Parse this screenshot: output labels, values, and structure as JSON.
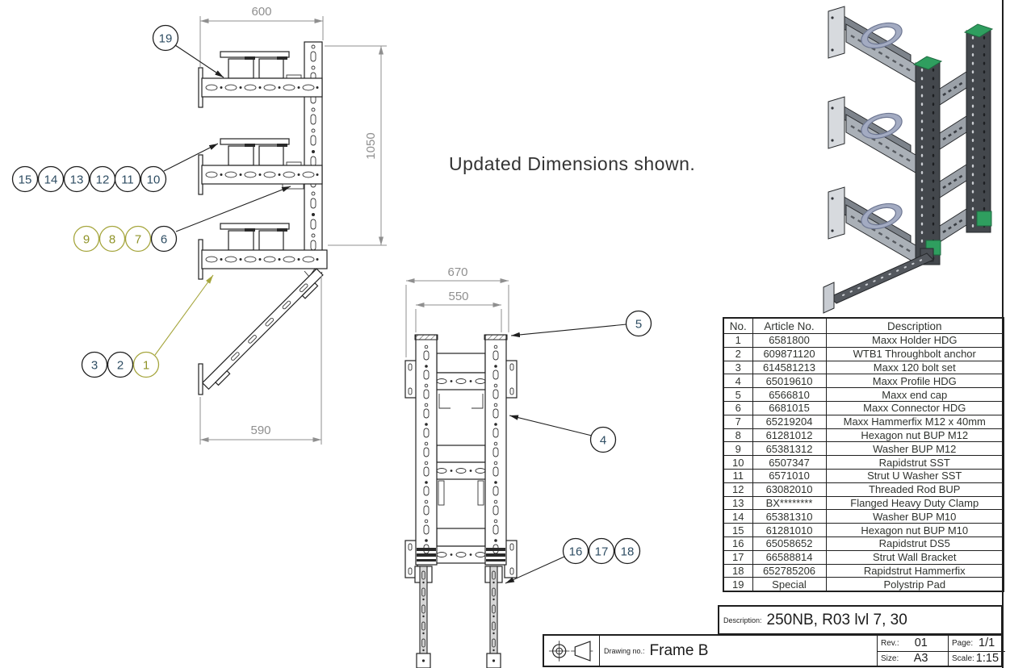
{
  "note": "Updated Dimensions shown.",
  "colors": {
    "accent_olive": "#a6a63e",
    "balloon_number_teal": "#2e4d63",
    "dimension_gray": "#8f8f8f",
    "line_black": "#1f1f1f",
    "iso_post_dark": "#43474c",
    "iso_arm_gray": "#aab0b7",
    "iso_clamp_blue": "#a3abc2",
    "iso_green_cap": "#2f9e5f"
  },
  "elevation_view": {
    "dim_top": "600",
    "dim_height": "1050",
    "dim_bottom": "590",
    "balloons": [
      "19",
      "15",
      "14",
      "13",
      "12",
      "11",
      "10",
      "9",
      "8",
      "7",
      "6",
      "3",
      "2",
      "1"
    ]
  },
  "front_view": {
    "dim_outer": "670",
    "dim_inner": "550",
    "balloons": [
      "5",
      "4",
      "16",
      "17",
      "18"
    ]
  },
  "parts_table": {
    "headers": [
      "No.",
      "Article No.",
      "Description"
    ],
    "rows": [
      [
        "1",
        "6581800",
        "Maxx Holder HDG"
      ],
      [
        "2",
        "609871120",
        "WTB1 Throughbolt anchor"
      ],
      [
        "3",
        "614581213",
        "Maxx 120 bolt set"
      ],
      [
        "4",
        "65019610",
        "Maxx Profile HDG"
      ],
      [
        "5",
        "6566810",
        "Maxx end cap"
      ],
      [
        "6",
        "6681015",
        "Maxx Connector HDG"
      ],
      [
        "7",
        "65219204",
        "Maxx Hammerfix M12 x 40mm"
      ],
      [
        "8",
        "61281012",
        "Hexagon nut BUP M12"
      ],
      [
        "9",
        "65381312",
        "Washer BUP M12"
      ],
      [
        "10",
        "6507347",
        "Rapidstrut SST"
      ],
      [
        "11",
        "6571010",
        "Strut U Washer SST"
      ],
      [
        "12",
        "63082010",
        "Threaded Rod BUP"
      ],
      [
        "13",
        "BX********",
        "Flanged Heavy Duty Clamp"
      ],
      [
        "14",
        "65381310",
        "Washer BUP M10"
      ],
      [
        "15",
        "61281010",
        "Hexagon nut BUP M10"
      ],
      [
        "16",
        "65058652",
        "Rapidstrut DS5"
      ],
      [
        "17",
        "66588814",
        "Strut Wall Bracket"
      ],
      [
        "18",
        "652785206",
        "Rapidstrut Hammerfix"
      ],
      [
        "19",
        "Special",
        "Polystrip Pad"
      ]
    ]
  },
  "title_block": {
    "description_label": "Description:",
    "description_value": "250NB, R03 lvl 7, 30",
    "drawing_no_label": "Drawing no.:",
    "drawing_no_value": "Frame B",
    "rev_label": "Rev.:",
    "rev_value": "01",
    "page_label": "Page:",
    "page_value": "1/1",
    "size_label": "Size:",
    "size_value": "A3",
    "scale_label": "Scale:",
    "scale_value": "1:15"
  }
}
